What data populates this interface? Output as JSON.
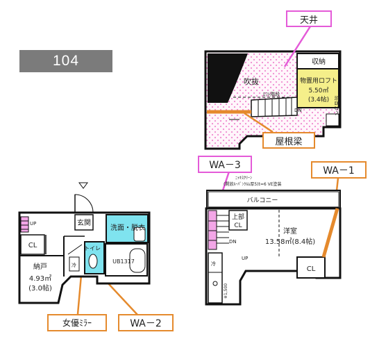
{
  "room_number": "104",
  "callouts": {
    "ceiling": "天井",
    "roof_beam": "屋根梁",
    "wa3": "WA－3",
    "wa1": "WA－1",
    "wa2": "WA－2",
    "mirror": "女優ﾐﾗｰ"
  },
  "loft_floor": {
    "storage": "収納",
    "atrium": "吹抜",
    "loft_title": "物置用ロフト",
    "loft_area": "5.50㎡",
    "loft_tatami": "(3.4帖)",
    "loft_stair": "ﾛﾌﾄ階段",
    "down": "DN",
    "fire_wall": "防音カベ"
  },
  "ground_floor": {
    "entrance": "玄関",
    "washroom": "洗面・脱衣",
    "toilet": "トイレ",
    "bath": "UB1317",
    "closet": "CL",
    "storeroom": "納戸",
    "storeroom_area": "4.93㎡",
    "storeroom_tatami": "(3.0帖)",
    "up": "UP",
    "fridge": "冷"
  },
  "upper_floor": {
    "screen_note": "ﾆｬｷｽｸﾘｰﾝ",
    "screen_note2": "(開放ﾙｰﾊﾞﾝｸﾙﾑ厚5)t=6 VE塗装",
    "balcony": "バルコニー",
    "upper_room": "上部",
    "upper_cl": "CL",
    "western_room": "洋室",
    "western_area": "13.58㎡(8.4帖)",
    "closet": "CL",
    "down": "DN",
    "up": "UP",
    "fridge": "冷",
    "dim": "※1,500"
  },
  "colors": {
    "pink": "#e45ad8",
    "orange": "#e58a2d",
    "cyan": "#7fe3ef",
    "yellow": "#f5ef8a",
    "badge": "#7b7b7b"
  }
}
